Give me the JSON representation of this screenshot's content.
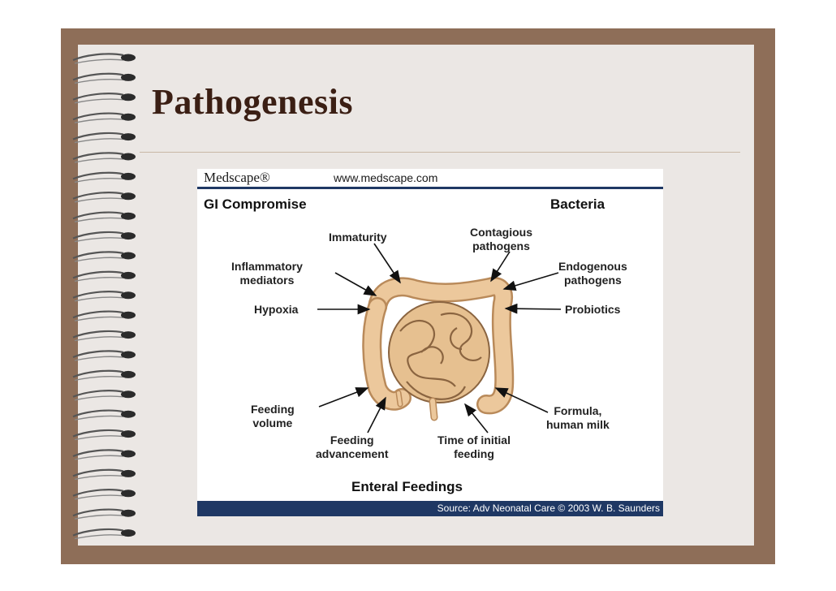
{
  "slide": {
    "title": "Pathogenesis"
  },
  "figure": {
    "brand": "Medscape®",
    "url": "www.medscape.com",
    "left_heading": "GI Compromise",
    "right_heading": "Bacteria",
    "bottom_heading": "Enteral Feedings",
    "source": "Source: Adv Neonatal Care © 2003 W. B. Saunders",
    "labels": {
      "immaturity": "Immaturity",
      "contagious": "Contagious\npathogens",
      "inflammatory": "Inflammatory\nmediators",
      "endogenous": "Endogenous\npathogens",
      "hypoxia": "Hypoxia",
      "probiotics": "Probiotics",
      "feeding_volume": "Feeding\nvolume",
      "formula": "Formula,\nhuman milk",
      "feeding_advancement": "Feeding\nadvancement",
      "time_initial": "Time of initial\nfeeding"
    }
  },
  "colors": {
    "frame": "#8e6e58",
    "page": "#ebe7e4",
    "title": "#3b1f14",
    "navy": "#1f3864",
    "intestine": "#e9c79a"
  }
}
